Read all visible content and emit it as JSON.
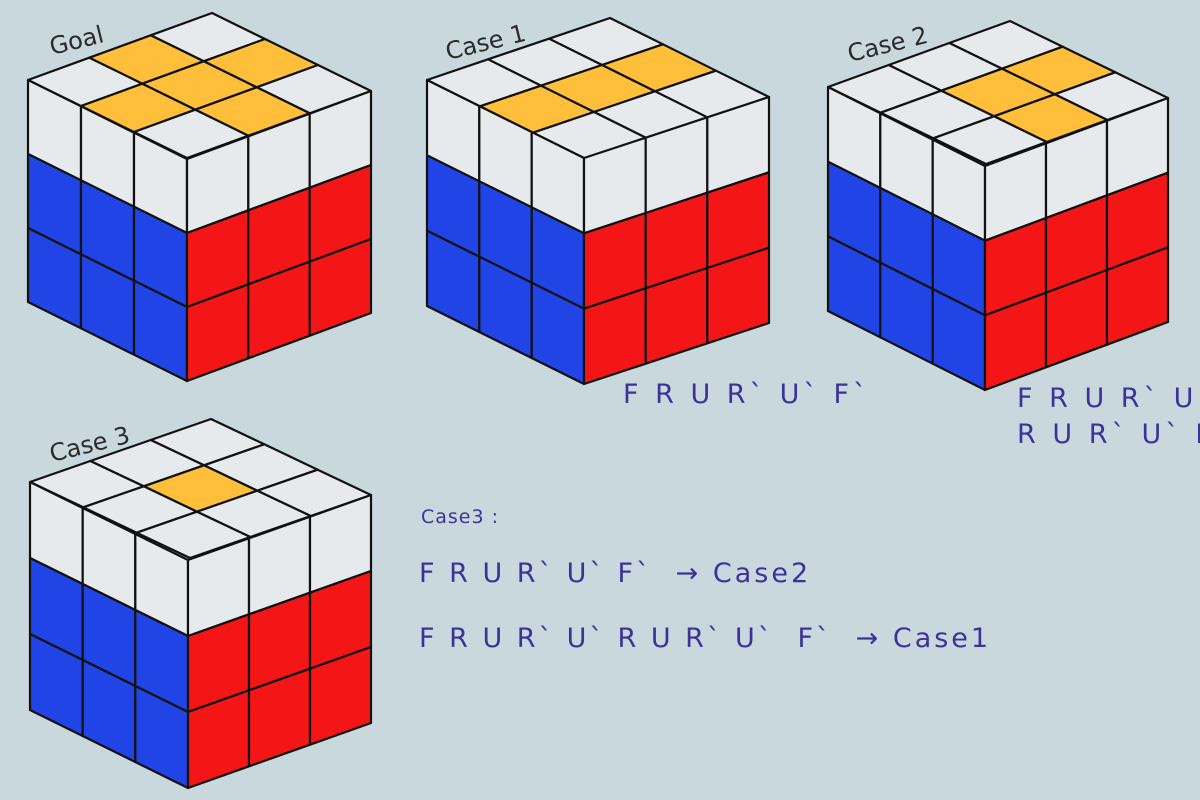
{
  "colors": {
    "background": "#c9d8dc",
    "yellow": "#ffbf3a",
    "white": "#e6eaec",
    "blue": "#2044e6",
    "red": "#f41616",
    "ink": "#3b3399",
    "edge": "#111111"
  },
  "cubes": [
    {
      "label": "Goal",
      "top": [
        [
          "white",
          "yellow",
          "white"
        ],
        [
          "yellow",
          "yellow",
          "yellow"
        ],
        [
          "white",
          "yellow",
          "white"
        ]
      ]
    },
    {
      "label": "Case 1",
      "top": [
        [
          "white",
          "yellow",
          "white"
        ],
        [
          "white",
          "yellow",
          "white"
        ],
        [
          "white",
          "yellow",
          "white"
        ]
      ]
    },
    {
      "label": "Case 2",
      "top": [
        [
          "white",
          "yellow",
          "white"
        ],
        [
          "white",
          "yellow",
          "yellow"
        ],
        [
          "white",
          "white",
          "white"
        ]
      ]
    },
    {
      "label": "Case 3",
      "top": [
        [
          "white",
          "white",
          "white"
        ],
        [
          "white",
          "yellow",
          "white"
        ],
        [
          "white",
          "white",
          "white"
        ]
      ]
    }
  ],
  "algorithms": {
    "case1": "F R U R` U` F`",
    "case2_line1": "F R U R` U`",
    "case2_line2": "R U R` U` F`",
    "case3_title": "Case3 :",
    "case3_line1": "F R U R` U` F`  → Case2",
    "case3_line2": "F R U R` U` R U R` U`  F`  → Case1"
  }
}
